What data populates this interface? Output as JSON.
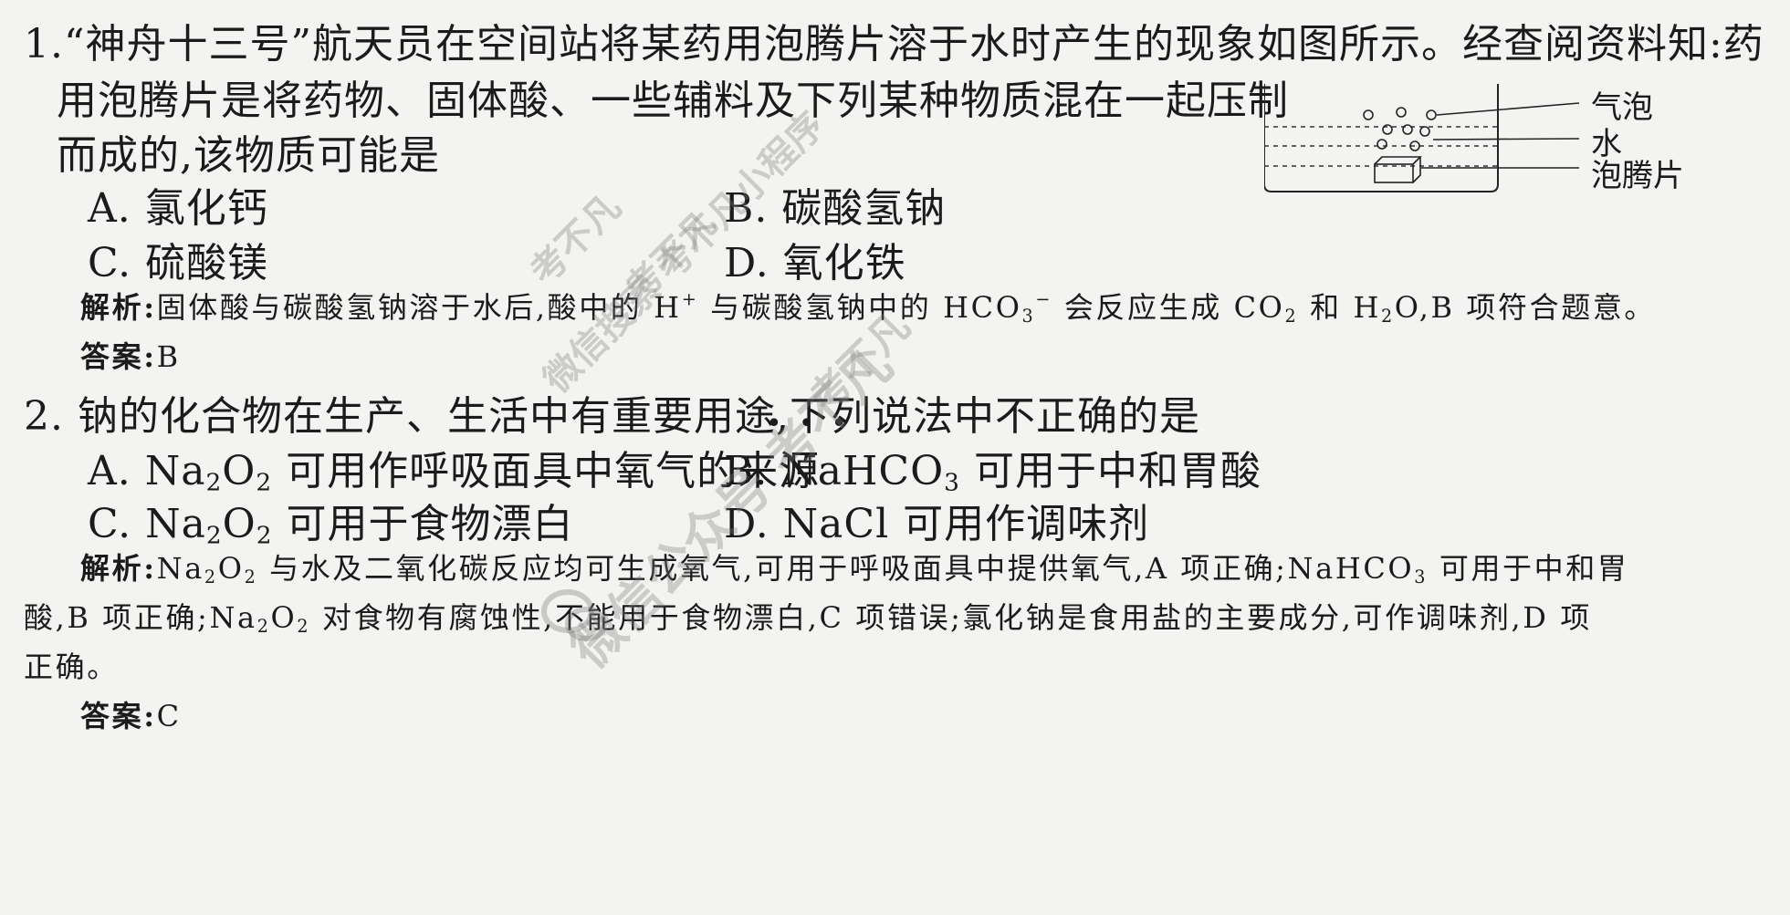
{
  "q1": {
    "line1": "1.“神舟十三号”航天员在空间站将某药用泡腾片溶于水时产生的现象如图所示。经查阅资料知:药",
    "line2": "用泡腾片是将药物、固体酸、一些辅料及下列某种物质混在一起压制",
    "line3": "而成的,该物质可能是",
    "optA": "A. 氯化钙",
    "optB": "B. 碳酸氢钠",
    "optC": "C. 硫酸镁",
    "optD": "D. 氧化铁",
    "analysis_label": "解析:",
    "analysis_pre": "固体酸与碳酸氢钠溶于水后,酸中的 H",
    "analysis_sup_plus": "+",
    "analysis_mid": " 与碳酸氢钠中的 HCO",
    "analysis_sub3": "3",
    "analysis_sup_minus": "−",
    "analysis_mid2": " 会反应生成 CO",
    "analysis_sub2": "2",
    "analysis_mid3": " 和 H",
    "analysis_sub2b": "2",
    "analysis_end": "O,B 项符合题意。",
    "answer_label": "答案:",
    "answer": "B",
    "figure": {
      "label_bubble": "气泡",
      "label_water": "水",
      "label_tablet": "泡腾片"
    }
  },
  "q2": {
    "stem": "2. 钠的化合物在生产、生活中有重要用途,下列说法中不正确的是",
    "emphasis_dots": "•••",
    "optA_pre": "A. Na",
    "optA_sub1": "2",
    "optA_mid": "O",
    "optA_sub2": "2",
    "optA_post": " 可用作呼吸面具中氧气的来源",
    "optB_pre": "B. NaHCO",
    "optB_sub": "3",
    "optB_post": " 可用于中和胃酸",
    "optC_pre": "C. Na",
    "optC_sub1": "2",
    "optC_mid": "O",
    "optC_sub2": "2",
    "optC_post": " 可用于食物漂白",
    "optD": "D. NaCl 可用作调味剂",
    "analysis_label": "解析:",
    "a1_pre": "Na",
    "a1_sub1": "2",
    "a1_mid": "O",
    "a1_sub2": "2",
    "a1_post": " 与水及二氧化碳反应均可生成氧气,可用于呼吸面具中提供氧气,A 项正确;NaHCO",
    "a1_sub3": "3",
    "a1_end": " 可用于中和胃",
    "a2_pre": "酸,B 项正确;Na",
    "a2_sub1": "2",
    "a2_mid": "O",
    "a2_sub2": "2",
    "a2_post": " 对食物有腐蚀性,不能用于食物漂白,C 项错误;氯化钠是食用盐的主要成分,可作调味剂,D 项",
    "a3": "正确。",
    "answer_label": "答案:",
    "answer": "C"
  },
  "watermarks": [
    "考不凡",
    "考不凡",
    "微信搜索 考不凡小程序",
    "考不凡",
    "微信公众号 考不凡"
  ]
}
